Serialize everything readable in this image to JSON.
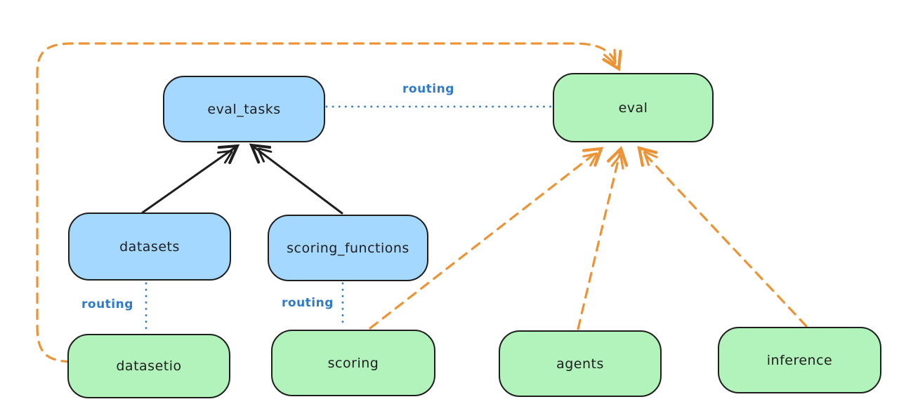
{
  "diagram": {
    "nodes": [
      {
        "id": "eval_tasks",
        "label": "eval_tasks",
        "fill": "blue"
      },
      {
        "id": "eval",
        "label": "eval",
        "fill": "green"
      },
      {
        "id": "datasets",
        "label": "datasets",
        "fill": "blue"
      },
      {
        "id": "scoring_functions",
        "label": "scoring_functions",
        "fill": "blue"
      },
      {
        "id": "datasetio",
        "label": "datasetio",
        "fill": "green"
      },
      {
        "id": "scoring",
        "label": "scoring",
        "fill": "green"
      },
      {
        "id": "agents",
        "label": "agents",
        "fill": "green"
      },
      {
        "id": "inference",
        "label": "inference",
        "fill": "green"
      }
    ],
    "edges": [
      {
        "from": "datasets",
        "to": "eval_tasks",
        "type": "arrow",
        "style": "solid",
        "color": "#1e1e1e"
      },
      {
        "from": "scoring_functions",
        "to": "eval_tasks",
        "type": "arrow",
        "style": "solid",
        "color": "#1e1e1e"
      },
      {
        "from": "eval_tasks",
        "to": "eval",
        "type": "line",
        "style": "dotted",
        "color": "#2f7bc8",
        "label": "routing"
      },
      {
        "from": "datasets",
        "to": "datasetio",
        "type": "line",
        "style": "dotted",
        "color": "#2f7bc8",
        "label": "routing"
      },
      {
        "from": "scoring_functions",
        "to": "scoring",
        "type": "line",
        "style": "dotted",
        "color": "#2f7bc8",
        "label": "routing"
      },
      {
        "from": "datasetio",
        "to": "eval",
        "type": "arrow",
        "style": "dashed",
        "color": "#ee9335"
      },
      {
        "from": "scoring",
        "to": "eval",
        "type": "arrow",
        "style": "dashed",
        "color": "#ee9335"
      },
      {
        "from": "agents",
        "to": "eval",
        "type": "arrow",
        "style": "dashed",
        "color": "#ee9335"
      },
      {
        "from": "inference",
        "to": "eval",
        "type": "arrow",
        "style": "dashed",
        "color": "#ee9335"
      }
    ],
    "colors": {
      "node_blue_fill": "#a5d8ff",
      "node_green_fill": "#b2f2bb",
      "node_stroke": "#1e1e1e",
      "arrow_black": "#1e1e1e",
      "arrow_orange": "#ee9335",
      "routing_blue": "#2f7bc8",
      "background": "#ffffff"
    }
  }
}
